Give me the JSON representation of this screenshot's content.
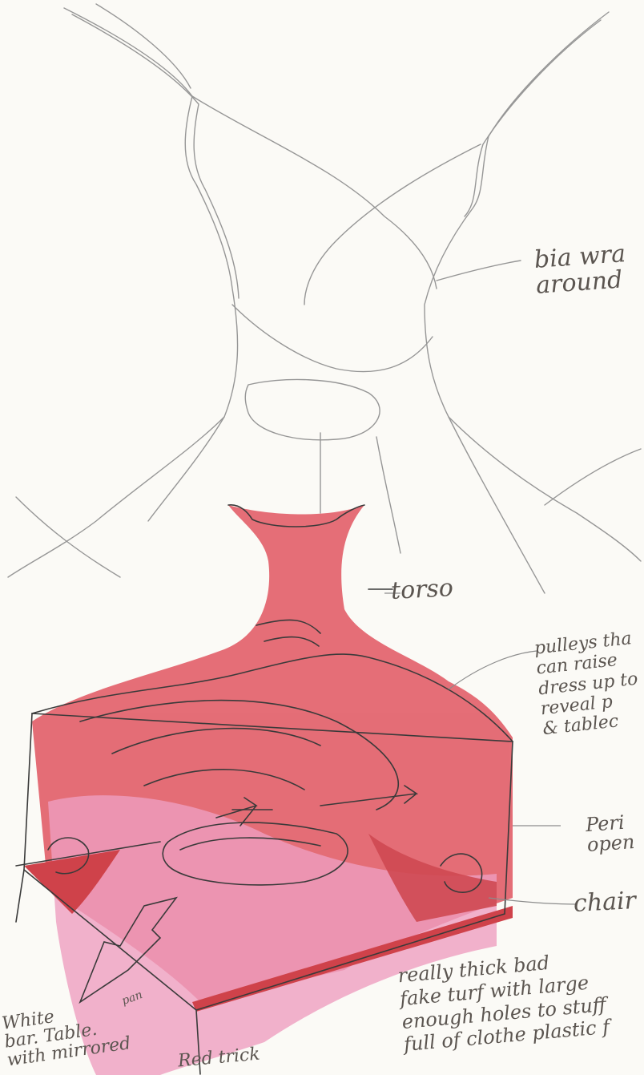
{
  "annotations": {
    "bia_wrap": "bia wra\naround",
    "torso": "torso",
    "pulleys": "pulleys tha\ncan raise\ndress up to\nreveal p\n& tablec",
    "peri": "Peri\nopen",
    "chair": "chair",
    "turf": "really thick bad\nfake turf with large\nenough holes to stuff\nfull of clothe plastic f",
    "white_table": "White\nbar. Table.\nwith mirrored",
    "red_trick": "Red trick",
    "pan": "pan"
  },
  "colors": {
    "paper": "#fbfaf6",
    "pencil": "#8c8c8c",
    "red": "#d93a45",
    "pink": "#e77aa5",
    "ink": "#3a3a3a"
  }
}
